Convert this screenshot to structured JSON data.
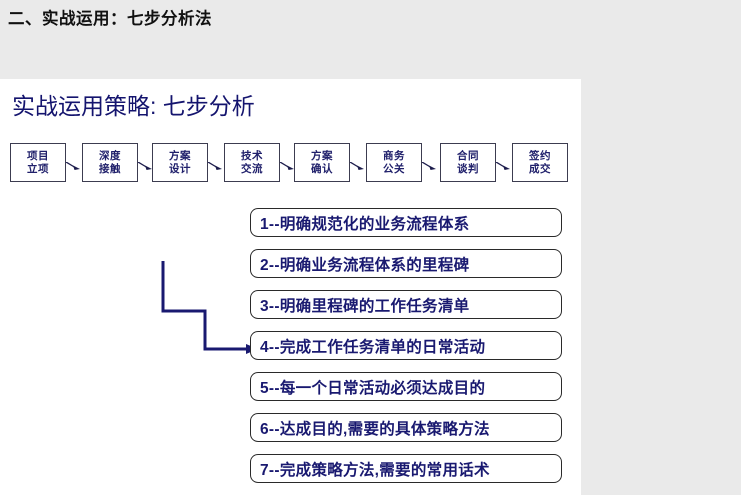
{
  "page": {
    "heading": "二、实战运用：七步分析法",
    "background_color": "#eaeaea"
  },
  "slide": {
    "title": "实战运用策略: 七步分析",
    "title_color": "#14146e",
    "background_color": "#ffffff",
    "process_flow": {
      "box_text_color": "#20206b",
      "boxes": [
        {
          "line1": "项目",
          "line2": "立项"
        },
        {
          "line1": "深度",
          "line2": "接触"
        },
        {
          "line1": "方案",
          "line2": "设计"
        },
        {
          "line1": "技术",
          "line2": "交流"
        },
        {
          "line1": "方案",
          "line2": "确认"
        },
        {
          "line1": "商务",
          "line2": "公关"
        },
        {
          "line1": "合同",
          "line2": "谈判"
        },
        {
          "line1": "签约",
          "line2": "成交"
        }
      ],
      "arrow_icon": "arrow-right-icon"
    },
    "connector": {
      "icon": "elbow-connector-arrow-icon",
      "from_box_index": 2,
      "to_step_index": 1,
      "color": "#191970"
    },
    "steps": [
      {
        "label": "1--明确规范化的业务流程体系"
      },
      {
        "label": "2--明确业务流程体系的里程碑"
      },
      {
        "label": "3--明确里程碑的工作任务清单"
      },
      {
        "label": "4--完成工作任务清单的日常活动"
      },
      {
        "label": "5--每一个日常活动必须达成目的"
      },
      {
        "label": "6--达成目的,需要的具体策略方法"
      },
      {
        "label": "7--完成策略方法,需要的常用话术"
      }
    ],
    "step_text_color": "#191970"
  }
}
